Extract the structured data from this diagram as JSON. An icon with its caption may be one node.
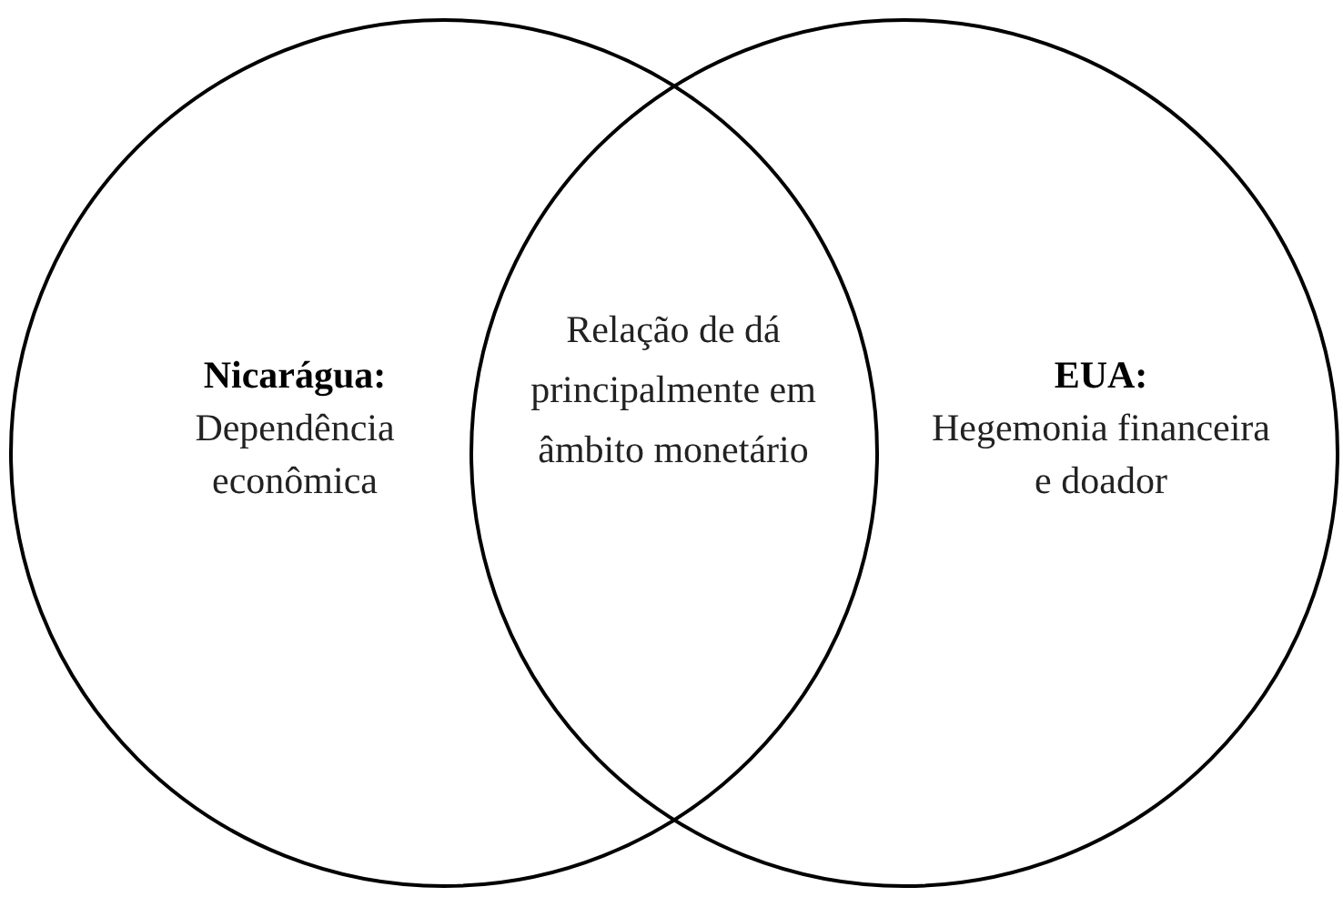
{
  "diagram": {
    "nodes": [
      {
        "text": [
          "Nicarágua:",
          "Dependência econômica"
        ]
      },
      {
        "text": [
          "EUA:",
          "Hegemonia financeira e doador"
        ]
      }
    ],
    "labels": [
      "Relação de dá principalmente em âmbito monetário"
    ]
  }
}
